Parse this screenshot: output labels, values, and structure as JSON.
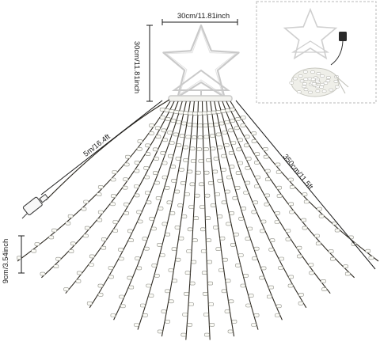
{
  "labels": {
    "star_width": "30cm/11.81inch",
    "star_height": "30cm/11.81inch",
    "lead_cable": "5m/16.4ft",
    "strand_length": "350cm/11.5ft",
    "bulb_spacing": "9cm/3.54inch"
  },
  "product": {
    "strand_count": 16,
    "bulbs_per_strand": 21
  },
  "colors": {
    "wire": "#2e2a22",
    "star_frame": "#c9c9c9",
    "bulb_fill": "#fbfbf6",
    "bulb_stroke": "#8d8d86",
    "dimension_line": "#1a1a1a",
    "inset_border": "#b8b8b8"
  },
  "icons": {
    "adapter": "power-adapter-icon",
    "star": "star-topper-icon",
    "inset": "package-contents-photo"
  }
}
